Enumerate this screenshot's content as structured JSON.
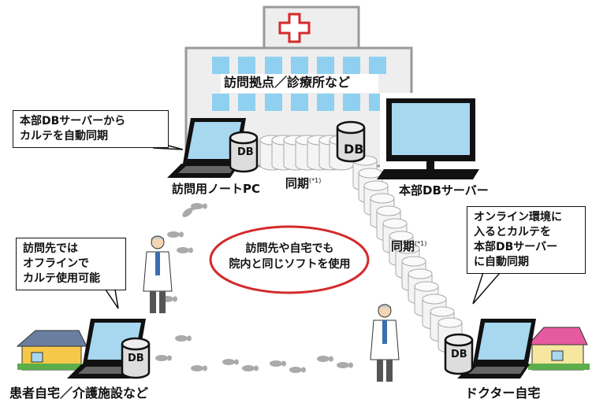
{
  "facility": {
    "label": "訪問拠点／診療所など"
  },
  "callouts": {
    "top_left": [
      "本部DBサーバーから",
      "カルテを自動同期"
    ],
    "left": [
      "訪問先では",
      "オフラインで",
      "カルテ使用可能"
    ],
    "right": [
      "オンライン環境に",
      "入るとカルテを",
      "本部DBサーバー",
      "に自動同期"
    ]
  },
  "center_message": [
    "訪問先や自宅でも",
    "院内と同じソフトを使用"
  ],
  "devices": {
    "laptop_label": "訪問用ノートPC",
    "server_label": "本部DBサーバー",
    "db_label": "DB"
  },
  "sync": {
    "label": "同期",
    "note": "(*1)"
  },
  "locations": {
    "patient_home": "患者自宅／介護施設など",
    "doctor_home": "ドクター自宅"
  },
  "colors": {
    "accent_red": "#d42a2a",
    "screen_blue": "#a8d8f0",
    "building_gray": "#e8e8e8"
  }
}
